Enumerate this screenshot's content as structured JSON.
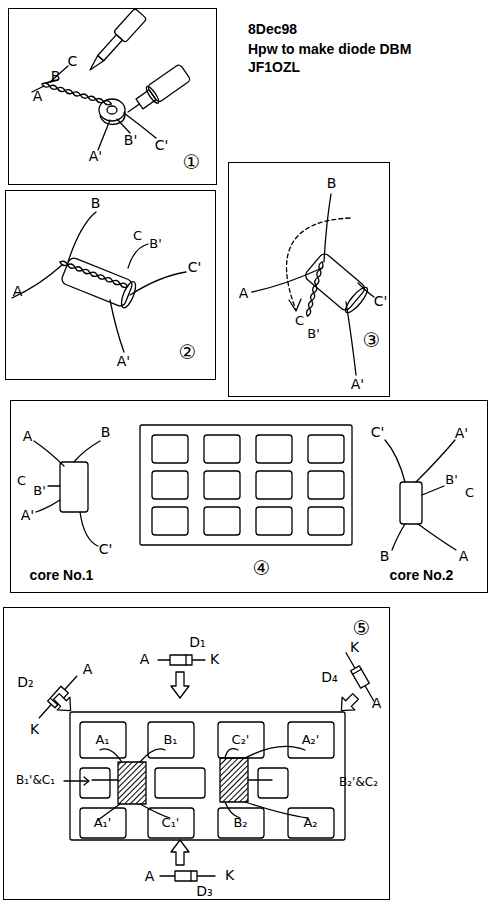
{
  "diagram": {
    "title": "Hpw to make diode DBM",
    "nodes": [
      {
        "text": [
          "A",
          "B",
          "C",
          "A'",
          "B'",
          "C'",
          "①"
        ]
      },
      {
        "text": [
          "B",
          "C",
          "B'",
          "A",
          "C'",
          "A'",
          "②"
        ]
      },
      {
        "text": [
          "B",
          "A",
          "C'",
          "C",
          "B'",
          "A'",
          "③"
        ]
      },
      {
        "text": [
          "A",
          "B",
          "C",
          "B'",
          "A'",
          "C'",
          "core No.1",
          "④",
          "C'",
          "A'",
          "B'",
          "C",
          "B",
          "A",
          "core No.2"
        ]
      },
      {
        "text": [
          "⑤",
          "D₁",
          "A",
          "K",
          "D₂",
          "A",
          "K",
          "K",
          "D₄",
          "A",
          "A₁",
          "B₁",
          "C₂'",
          "A₂'",
          "B₁'&C₁",
          "B₂'&C₂",
          "A₁'",
          "C₁'",
          "B₂",
          "A₂",
          "A",
          "K",
          "D₃"
        ]
      }
    ],
    "labels": [
      "8Dec98",
      "JF1OZL"
    ]
  }
}
